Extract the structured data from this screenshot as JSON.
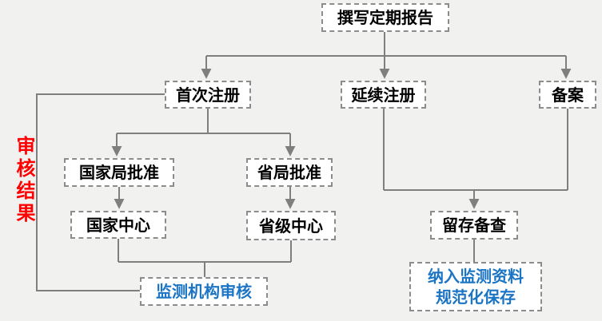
{
  "flowchart": {
    "nodes": {
      "write_report": "撰写定期报告",
      "first_registration": "首次注册",
      "renewal_registration": "延续注册",
      "filing": "备案",
      "national_bureau_approval": "国家局批准",
      "provincial_bureau_approval": "省局批准",
      "national_center": "国家中心",
      "provincial_center": "省级中心",
      "monitoring_agency_review": "监测机构审核",
      "retain_for_inspection": "留存备查",
      "standardized_archive": "纳入监测资料\n规范化保存"
    },
    "side_label": "审核结果",
    "colors": {
      "background": "#f1f1ef",
      "box_fill": "#ffffff",
      "box_border": "#8c8c8c",
      "connector_line": "#7f7f7f",
      "text": "#000000",
      "highlight_blue": "#1b74c4",
      "highlight_red": "#ff0000"
    }
  }
}
